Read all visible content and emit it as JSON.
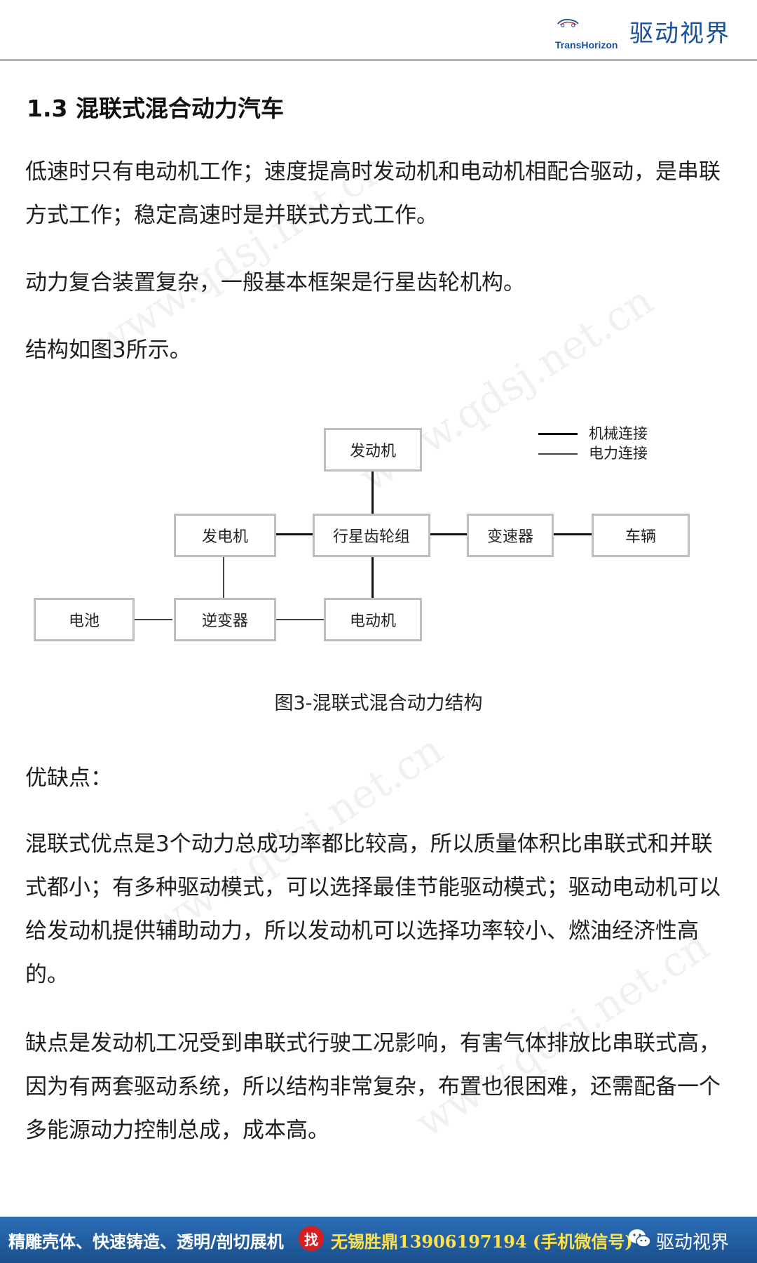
{
  "header": {
    "brand_en": "TransHorizon",
    "brand_cn": "驱动视界",
    "brand_color": "#1a4f9c"
  },
  "watermark_text": "www.qdsj.net.cn",
  "section_title": "1.3 混联式混合动力汽车",
  "paragraphs": [
    "低速时只有电动机工作；速度提高时发动机和电动机相配合驱动，是串联方式工作；稳定高速时是并联式方式工作。",
    "动力复合装置复杂，一般基本框架是行星齿轮机构。",
    "结构如图3所示。"
  ],
  "diagram": {
    "boxes": {
      "engine": "发动机",
      "generator": "发电机",
      "planetary": "行星齿轮组",
      "transmission": "变速器",
      "vehicle": "车辆",
      "battery": "电池",
      "inverter": "逆变器",
      "motor": "电动机"
    },
    "legend": {
      "mechanical": "机械连接",
      "electrical": "电力连接"
    },
    "caption": "图3-混联式混合动力结构"
  },
  "pros_cons": {
    "heading": "优缺点：",
    "pros": "混联式优点是3个动力总成功率都比较高，所以质量体积比串联式和并联式都小；有多种驱动模式，可以选择最佳节能驱动模式；驱动电动机可以给发动机提供辅助动力，所以发动机可以选择功率较小、燃油经济性高的。",
    "cons": "缺点是发动机工况受到串联式行驶工况影响，有害气体排放比串联式高，因为有两套驱动系统，所以结构非常复杂，布置也很困难，还需配备一个多能源动力控制总成，成本高。"
  },
  "footer": {
    "ad_text": "精雕壳体、快速铸造、透明/剖切展机",
    "find_badge": "找",
    "contact": "无锡胜鼎13906197194 (手机微信号)",
    "brand": "驱动视界",
    "banner_color": "#2c6fb8",
    "contact_color": "#ffe24a"
  }
}
